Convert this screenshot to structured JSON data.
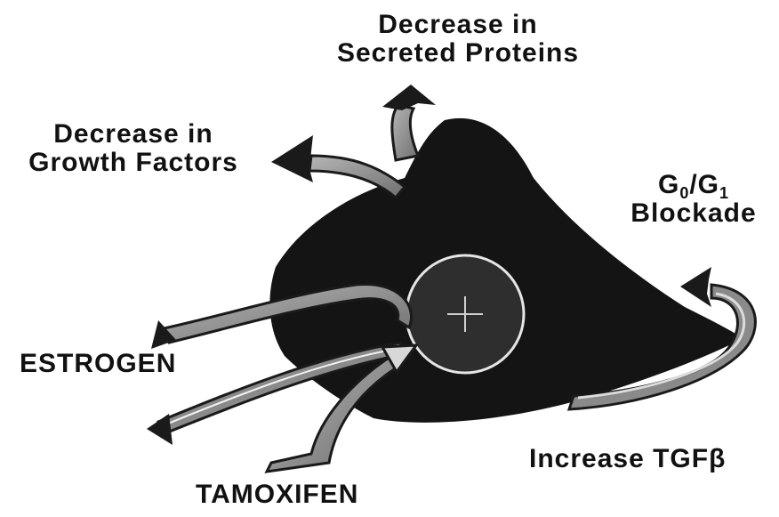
{
  "labels": {
    "secreted_line1": "Decrease in",
    "secreted_line2": "Secreted Proteins",
    "growth_line1": "Decrease in",
    "growth_line2": "Growth Factors",
    "g_letter_1": "G",
    "g_sub_1": "0",
    "slash": "/",
    "g_letter_2": "G",
    "g_sub_2": "1",
    "blockade": "Blockade",
    "estrogen": "ESTROGEN",
    "tamoxifen": "TAMOXIFEN",
    "tgf": "Increase TGFβ",
    "center_symbol": "+"
  },
  "colors": {
    "cell": "#141414",
    "nucleus": "#2e2e2e",
    "nucleus_ring": "#e6e6e6",
    "arrow_dark": "#1a1a1a",
    "arrow_gray": "#8a8a8a",
    "arrow_light": "#d8d8d8",
    "text": "#111111"
  }
}
